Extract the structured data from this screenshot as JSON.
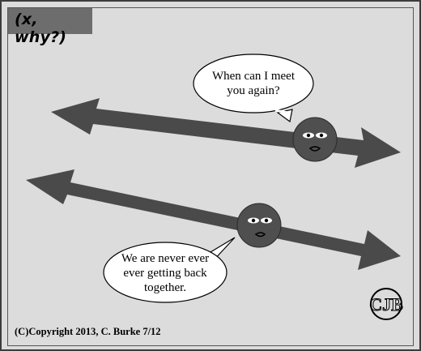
{
  "comic": {
    "title": "(x, why?)",
    "bubble_top": "When can I meet you again?",
    "bubble_bottom": "We are never ever ever getting back together.",
    "copyright": "(C)Copyright 2013, C. Burke 7/12"
  },
  "colors": {
    "background": "#dcdcdc",
    "arrow": "#4a4a4a",
    "ball": "#4f4f4f",
    "title_box": "#6d6d6d"
  },
  "icons": {
    "signature": "cjb-monogram-icon"
  }
}
